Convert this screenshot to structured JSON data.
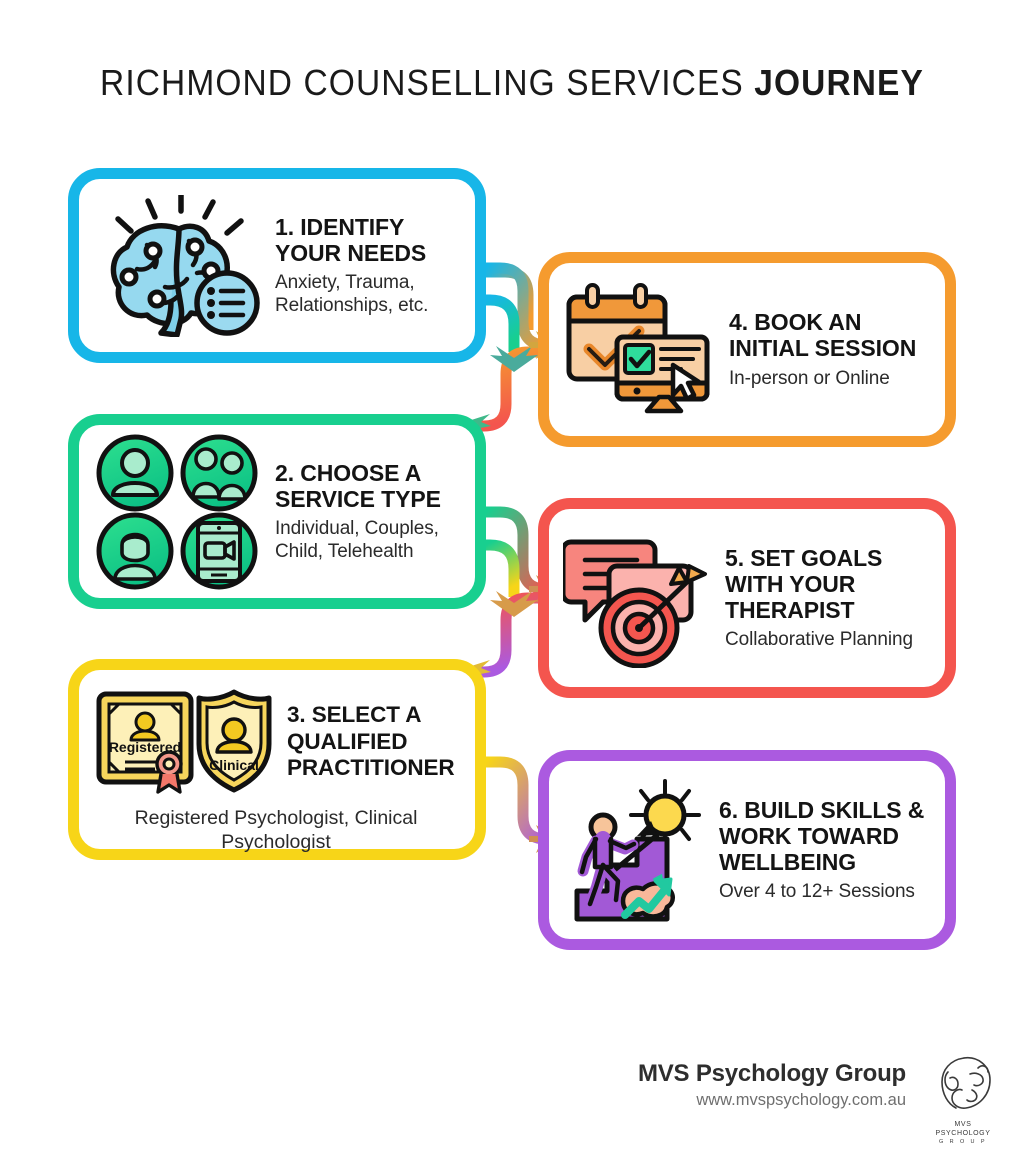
{
  "title": {
    "light": "RICHMOND COUNSELLING SERVICES ",
    "bold": "JOURNEY"
  },
  "steps": [
    {
      "id": "step-1",
      "number": "1.",
      "heading": "1. IDENTIFY YOUR NEEDS",
      "subtitle": "Anxiety, Trauma, Relationships, etc.",
      "color": "#17b6e8",
      "column": "left",
      "icon": "brain-with-checklist-icon"
    },
    {
      "id": "step-2",
      "number": "2.",
      "heading": "2. CHOOSE A SERVICE TYPE",
      "subtitle": "Individual, Couples, Child, Telehealth",
      "color": "#18cf8f",
      "column": "left",
      "icon": "service-types-icon",
      "icon_parts": [
        "person-icon",
        "couple-icon",
        "child-icon",
        "telehealth-tablet-icon"
      ]
    },
    {
      "id": "step-3",
      "number": "3.",
      "heading": "3. SELECT A QUALIFIED PRACTITIONER",
      "subtitle": "Registered Psychologist, Clinical Psychologist",
      "color": "#f7d518",
      "column": "left",
      "icon": "credentials-icon",
      "badge_certificate": "Registered",
      "badge_shield": "Clinical"
    },
    {
      "id": "step-4",
      "number": "4.",
      "heading": "4. BOOK AN INITIAL SESSION",
      "subtitle": "In-person or Online",
      "color": "#f59b2e",
      "column": "right",
      "icon": "calendar-monitor-booking-icon"
    },
    {
      "id": "step-5",
      "number": "5.",
      "heading": "5. SET GOALS WITH YOUR THERAPIST",
      "subtitle": "Collaborative Planning",
      "color": "#f4554e",
      "column": "right",
      "icon": "speech-bubbles-target-icon"
    },
    {
      "id": "step-6",
      "number": "6.",
      "heading": "6. BUILD SKILLS & WORK TOWARD WELLBEING",
      "subtitle": "Over 4 to 12+ Sessions",
      "color": "#ab5ae0",
      "column": "right",
      "icon": "stairs-growth-icon"
    }
  ],
  "footer": {
    "brand": "MVS Psychology Group",
    "website": "www.mvspsychology.com.au",
    "logo_line1": "MVS",
    "logo_line2": "PSYCHOLOGY",
    "logo_line3": "G R O U P"
  }
}
